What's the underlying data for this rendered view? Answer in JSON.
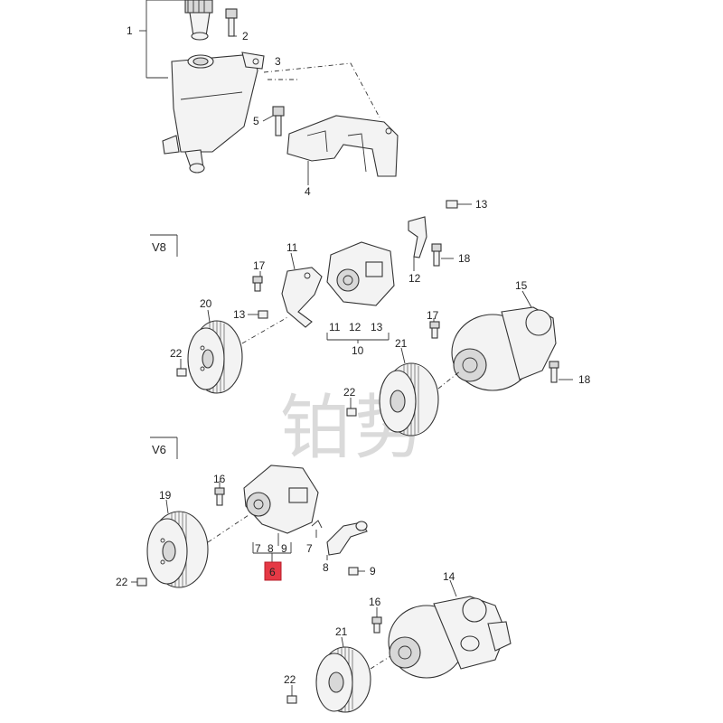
{
  "sections": {
    "v8": "V8",
    "v6": "V6"
  },
  "watermark": "铂势",
  "callouts": {
    "p1": "1",
    "p2": "2",
    "p3": "3",
    "p4": "4",
    "p5": "5",
    "p13a": "13",
    "p18a": "18",
    "p12": "12",
    "p11": "11",
    "p17a": "17",
    "p13b": "13",
    "p20": "20",
    "p22a": "22",
    "g11": "11",
    "g12": "12",
    "g13": "13",
    "p10": "10",
    "p15": "15",
    "p17b": "17",
    "p21a": "21",
    "p18b": "18",
    "p22b": "22",
    "p16a": "16",
    "p19": "19",
    "g7": "7",
    "g8": "8",
    "g9": "9",
    "p6": "6",
    "p7": "7",
    "p8": "8",
    "p9": "9",
    "p22c": "22",
    "p14": "14",
    "p16b": "16",
    "p21b": "21",
    "p22d": "22"
  },
  "highlight_color": "#e53945"
}
